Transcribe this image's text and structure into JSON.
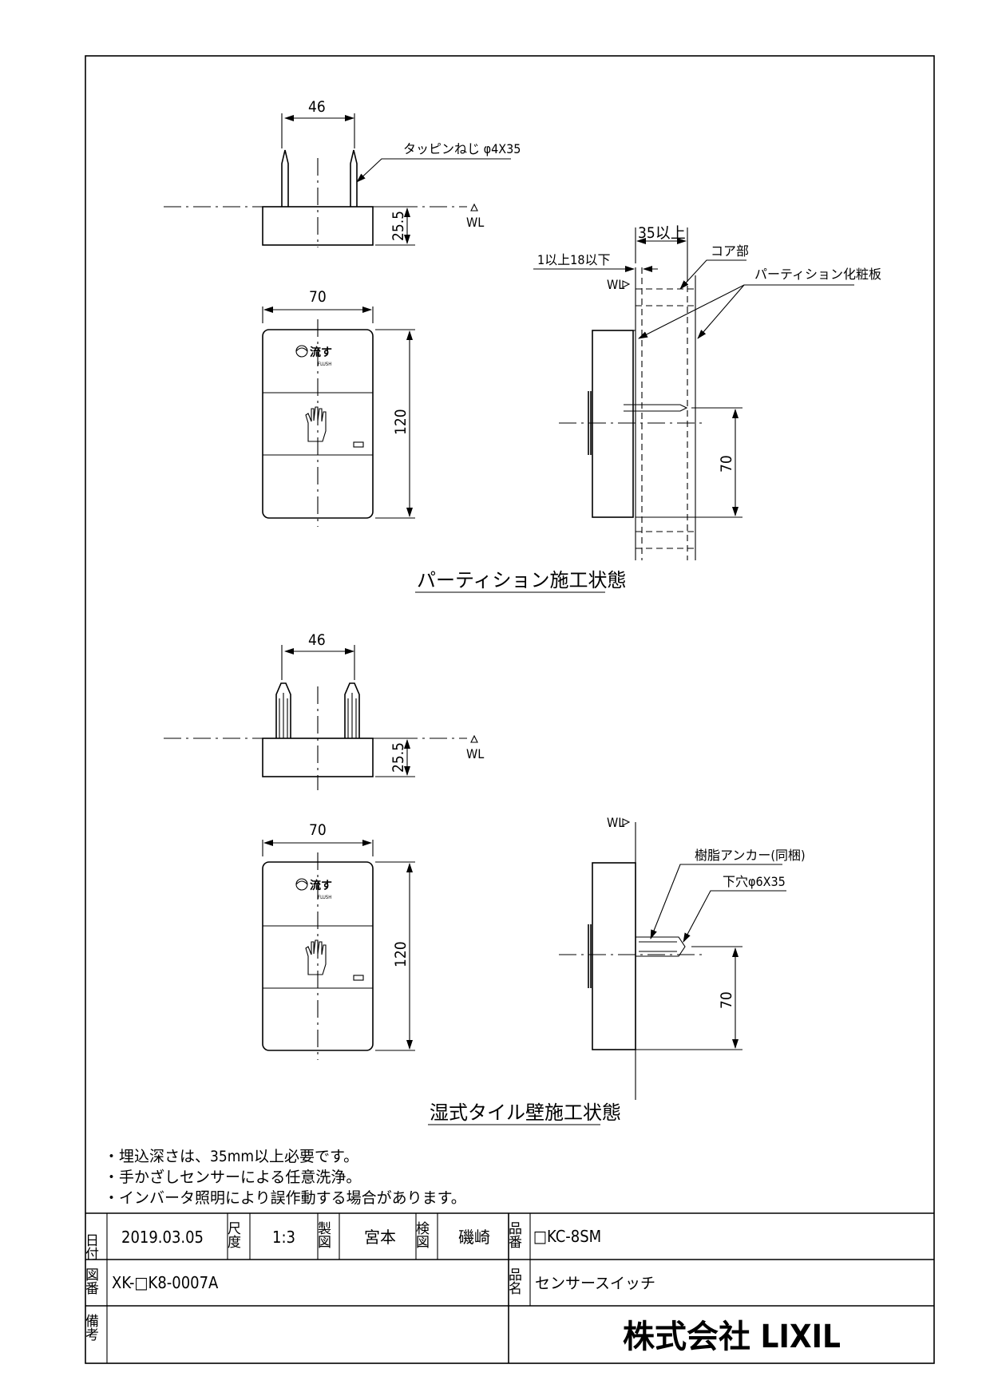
{
  "views": {
    "partition": {
      "dim_screw_spacing": "46",
      "screw_label": "タッピンねじ φ4X35",
      "dim_depth": "25.5",
      "wl_mark": "WL",
      "dim_width": "70",
      "dim_height": "120",
      "dim_embed": "35以上",
      "dim_gap": "1以上18以下",
      "core_label": "コア部",
      "panel_label": "パーティション化粧板",
      "dim_center": "70",
      "caption": "パーティション施工状態"
    },
    "tile": {
      "dim_screw_spacing": "46",
      "dim_depth": "25.5",
      "wl_mark": "WL",
      "dim_width": "70",
      "dim_height": "120",
      "anchor_label": "樹脂アンカー(同梱)",
      "hole_label": "下穴φ6X35",
      "dim_center": "70",
      "caption": "湿式タイル壁施工状態"
    }
  },
  "switch_face": {
    "flush_label": "流す",
    "flush_sub": "FLUSH"
  },
  "notes": [
    "・埋込深さは、35mm以上必要です。",
    "・手かざしセンサーによる任意洗浄。",
    "・インバータ照明により誤作動する場合があります。"
  ],
  "title_block": {
    "date_label": "日付",
    "date": "2019.03.05",
    "scale_label": "尺度",
    "scale": "1:3",
    "drawn_label": "製図",
    "drawn_by": "宮本",
    "checked_label": "検図",
    "checked_by": "磯崎",
    "part_no_label": "品番",
    "part_no": "□KC-8SM",
    "drawing_no_label": "図番",
    "drawing_no": "XK-□K8-0007A",
    "part_name_label": "品名",
    "part_name": "センサースイッチ",
    "remarks_label": "備考",
    "remarks": "",
    "company": "株式会社 LIXIL"
  }
}
